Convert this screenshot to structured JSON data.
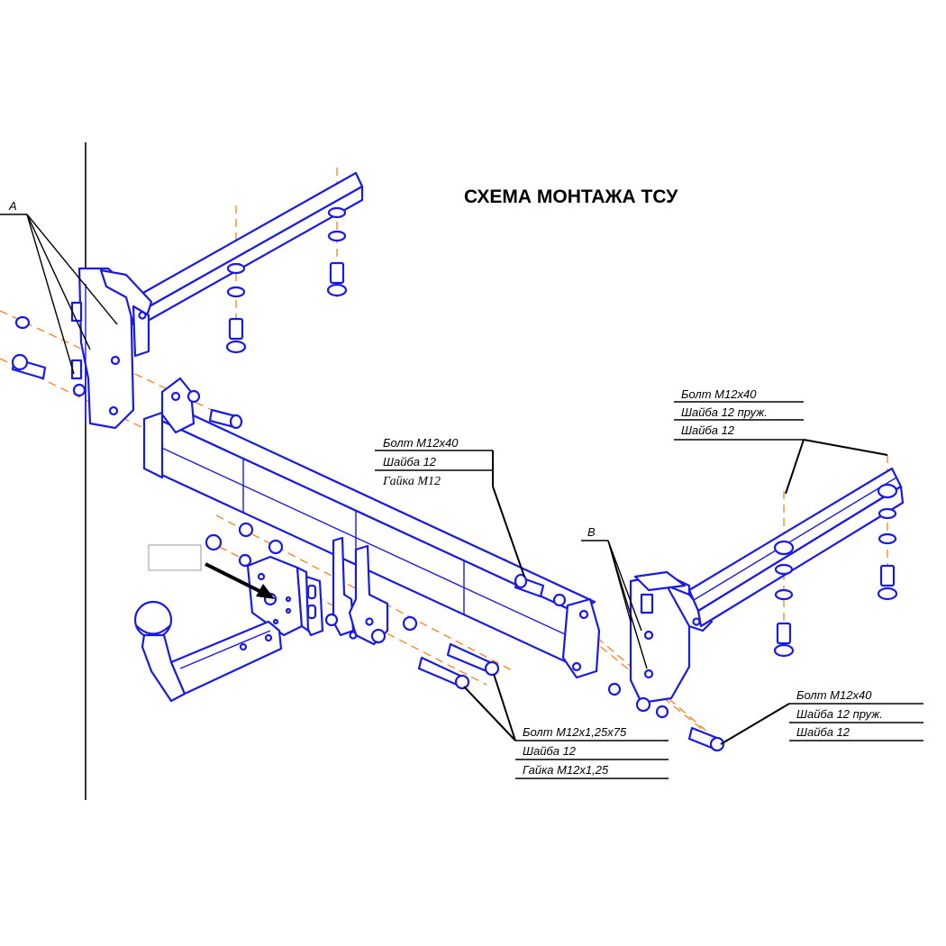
{
  "title": "СХЕМА МОНТАЖА ТСУ",
  "view_labels": {
    "a": "А",
    "b": "В"
  },
  "callouts": {
    "top_right": [
      "Болт М12х40",
      "Шайба 12 пруж.",
      "Шайба 12"
    ],
    "center": [
      "Болт М12х40",
      "Шайба 12",
      "Гайка М12"
    ],
    "bottom_center": [
      "Болт М12х1,25х75",
      "Шайба 12",
      "Гайка М12х1,25"
    ],
    "bottom_right": [
      "Болт М12х40",
      "Шайба 12 пруж.",
      "Шайба 12"
    ]
  }
}
